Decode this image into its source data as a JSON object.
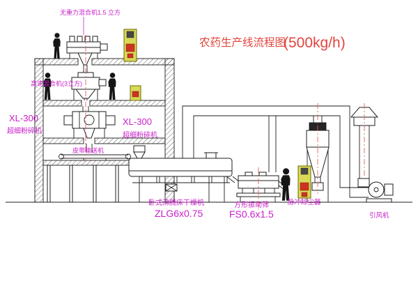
{
  "title": {
    "main": "农药生产线流程图",
    "capacity": "(500kg/h)"
  },
  "labels": {
    "gravity_mixer": "无重力混合机1.5 立方",
    "high_speed_mixer": "高速混合机(3立方)",
    "crusher_left_model": "XL-300",
    "crusher_left_name": "超细粉碎机",
    "crusher_mid_model": "XL-300",
    "crusher_mid_name": "超细粉碎机",
    "belt_conveyor": "皮带输送机",
    "dryer_name": "卧式沸腾床干燥机",
    "dryer_model": "ZLG6x0.75",
    "screen_name": "方形振动筛",
    "screen_model": "FS0.6x1.5",
    "dust_collector": "脉冲除尘器",
    "induced_fan": "引风机"
  },
  "colors": {
    "label": "#c920c9",
    "title": "#e2453c",
    "panel_yellow": "#d9d957",
    "panel_red": "#cc3322",
    "line": "#1c1c1c",
    "centerline": "#e06060"
  }
}
